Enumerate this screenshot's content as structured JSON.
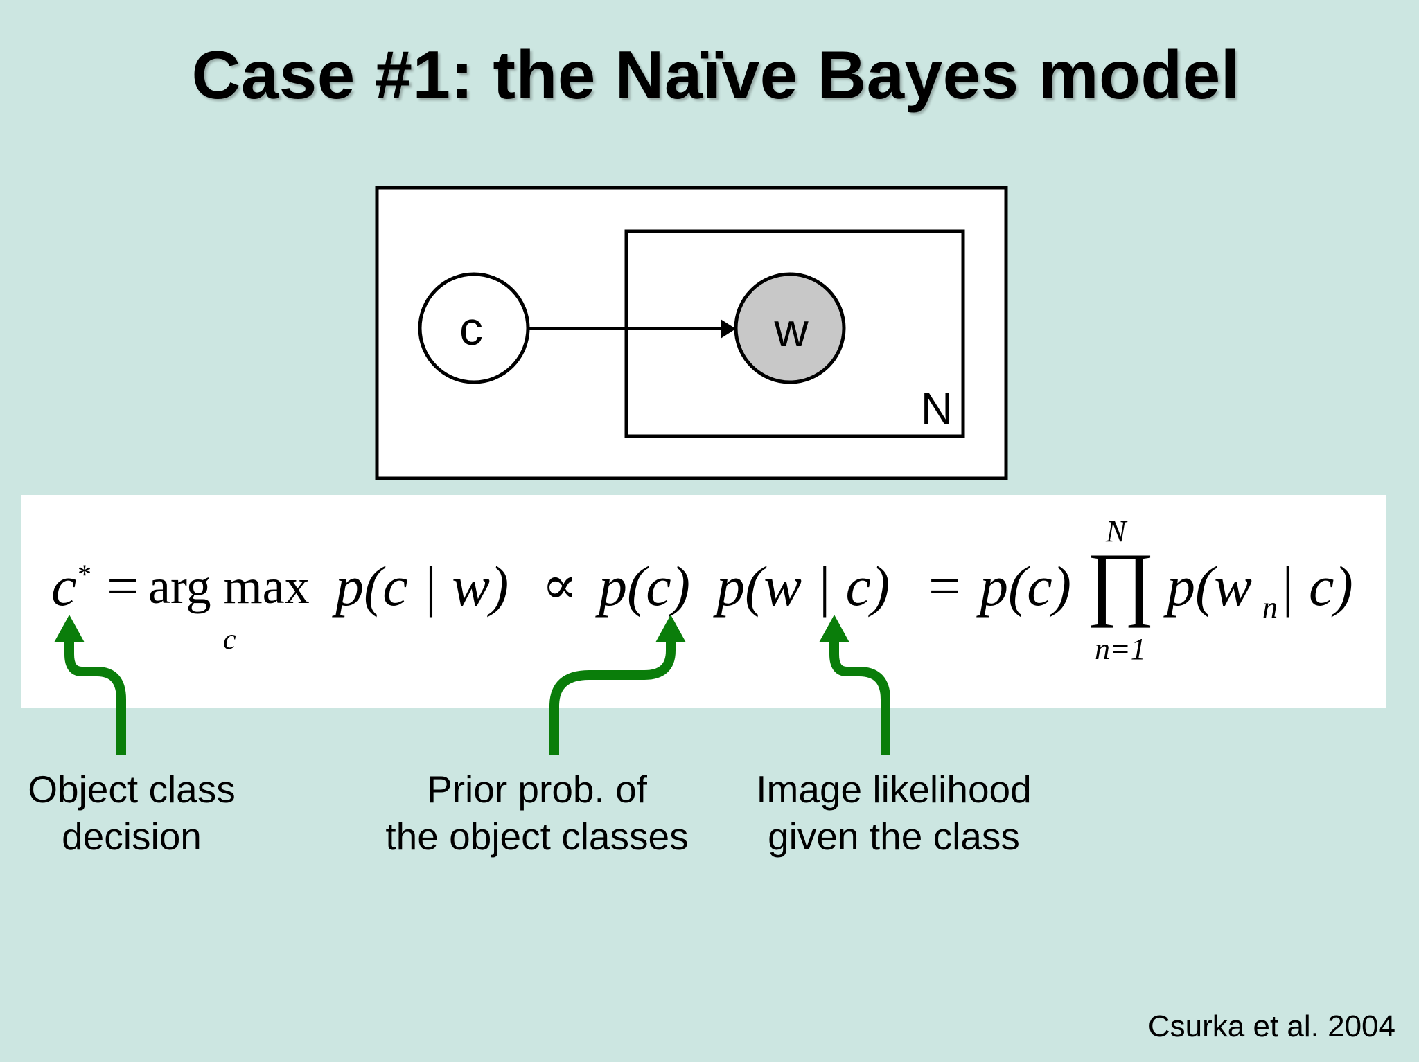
{
  "title": "Case #1: the Naïve Bayes model",
  "diagram": {
    "nodes": [
      {
        "id": "c",
        "label": "c",
        "observed": false
      },
      {
        "id": "w",
        "label": "w",
        "observed": true
      }
    ],
    "edges": [
      {
        "from": "c",
        "to": "w"
      }
    ],
    "plate_label": "N",
    "colors": {
      "observed_fill": "#c8c8c8",
      "latent_fill": "#ffffff",
      "stroke": "#000000"
    }
  },
  "equation": {
    "lhs": "c",
    "star": "*",
    "equals": "=",
    "argmax": "arg max",
    "argmax_sub": "c",
    "t_pcw": "p(c | w)",
    "propto": "∝",
    "t_pc": "p(c)",
    "t_pwc": "p(w | c)",
    "equals2": "=",
    "t_pc2": "p(c)",
    "prod_symbol": "∏",
    "prod_upper": "N",
    "prod_lower": "n=1",
    "t_pwn_open": "p(w",
    "t_pwn_sub": "n",
    "t_pwn_close": " | c)"
  },
  "annotations": {
    "class_decision": {
      "line1": "Object class",
      "line2": "decision"
    },
    "prior": {
      "line1": "Prior prob. of",
      "line2": "the object classes"
    },
    "likelihood": {
      "line1": "Image likelihood",
      "line2": "given the class"
    }
  },
  "arrow_color": "#0a7d0a",
  "citation": "Csurka et al. 2004"
}
